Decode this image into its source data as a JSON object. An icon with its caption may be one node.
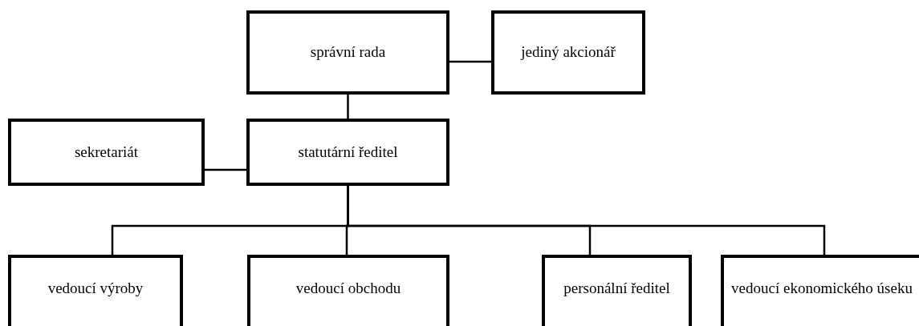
{
  "diagram": {
    "nodes": [
      {
        "text": [
          "správní rada"
        ]
      },
      {
        "text": [
          "jediný akcionář"
        ]
      },
      {
        "text": [
          "sekretariát"
        ]
      },
      {
        "text": [
          "statutární ředitel"
        ]
      },
      {
        "text": [
          "vedoucí výroby"
        ]
      },
      {
        "text": [
          "vedoucí obchodu"
        ]
      },
      {
        "text": [
          "personální ředitel"
        ]
      },
      {
        "text": [
          "vedoucí ekonomického úseku"
        ]
      }
    ],
    "edges": [
      {
        "from": 0,
        "to": 1,
        "arrow": "none"
      },
      {
        "from": 0,
        "to": 3,
        "arrow": "none"
      },
      {
        "from": 2,
        "to": 3,
        "arrow": "none"
      },
      {
        "from": 3,
        "to": 4,
        "arrow": "none"
      },
      {
        "from": 3,
        "to": 5,
        "arrow": "none"
      },
      {
        "from": 3,
        "to": 6,
        "arrow": "none"
      },
      {
        "from": 3,
        "to": 7,
        "arrow": "none"
      }
    ]
  }
}
